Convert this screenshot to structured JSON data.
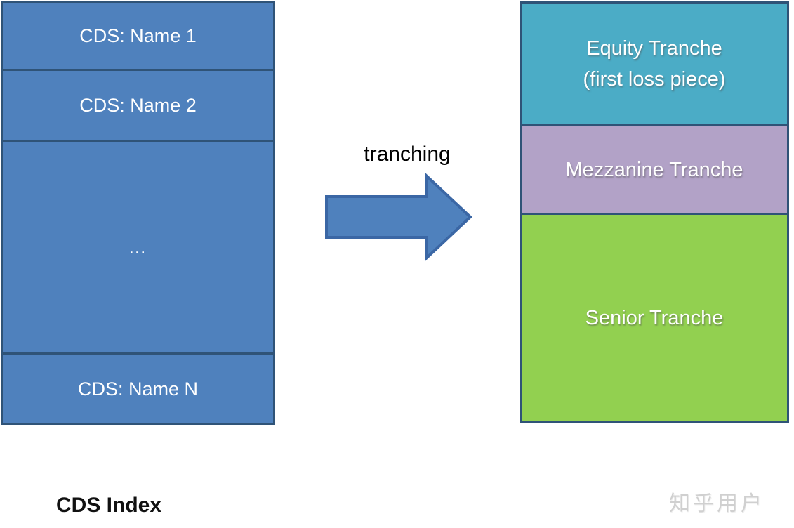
{
  "diagram": {
    "left_stack": {
      "caption": "CDS Index",
      "fill": "#4F81BD",
      "border": "#2F5377",
      "items": [
        {
          "label": "CDS: Name 1"
        },
        {
          "label": "CDS: Name 2"
        },
        {
          "label": "…"
        },
        {
          "label": "CDS: Name N"
        }
      ]
    },
    "arrow": {
      "label": "tranching",
      "fill": "#4F81BD",
      "stroke": "#3B67A5"
    },
    "right_stack": {
      "border": "#2F5377",
      "items": [
        {
          "label": "Equity Tranche",
          "sublabel": "(first loss piece)",
          "fill": "#4BACC6"
        },
        {
          "label": "Mezzanine Tranche",
          "fill": "#B2A2C7"
        },
        {
          "label": "Senior Tranche",
          "fill": "#92D050"
        }
      ]
    },
    "watermark": "知乎用户"
  }
}
